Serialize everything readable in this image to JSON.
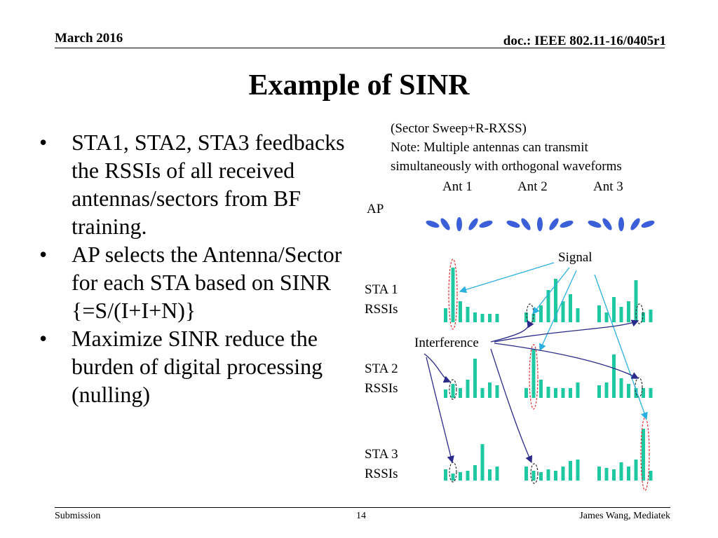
{
  "header": {
    "date": "March 2016",
    "doc": "doc.: IEEE 802.11-16/0405r1"
  },
  "title": "Example of SINR",
  "bullets": [
    "STA1, STA2, STA3 feedbacks the RSSIs of all received antennas/sectors from BF training.",
    "AP selects the Antenna/Sector for each STA based on SINR {=S/(I+I+N)}",
    "Maximize SINR reduce the burden of digital processing (nulling)"
  ],
  "bullet_glyph": "•",
  "diagram": {
    "note_lines": [
      "(Sector Sweep+R-RXSS)",
      "Note: Multiple antennas can transmit",
      "simultaneously with orthogonal waveforms"
    ],
    "antennas": [
      "Ant 1",
      "Ant 2",
      "Ant 3"
    ],
    "ap_label": "AP",
    "signal_label": "Signal",
    "interference_label": "Interference",
    "sta_labels": [
      {
        "line1": "STA 1",
        "line2": "RSSIs"
      },
      {
        "line1": "STA 2",
        "line2": "RSSIs"
      },
      {
        "line1": "STA 3",
        "line2": "RSSIs"
      }
    ],
    "colors": {
      "bar": "#1ec8a0",
      "beam": "#3a5fd8",
      "highlight": "#e03030",
      "signal_arrow": "#2ab0e0",
      "interference_arrow": "#2a2a8a"
    }
  },
  "footer": {
    "left": "Submission",
    "page": "14",
    "right": "James Wang, Mediatek"
  }
}
